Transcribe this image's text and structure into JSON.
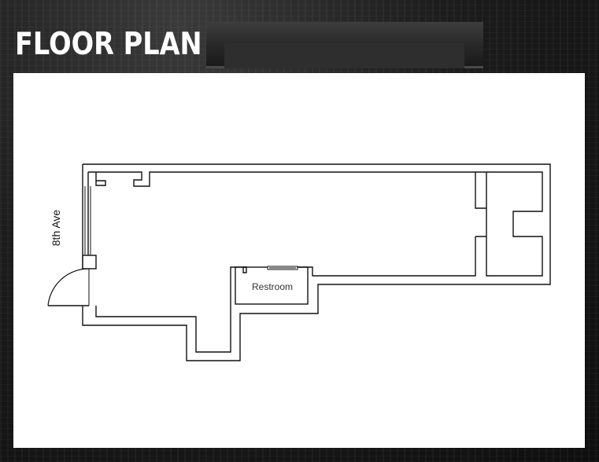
{
  "page": {
    "title": "FLOOR PLAN"
  },
  "floor_plan": {
    "street_label": "8th Ave",
    "room_label": "Restroom"
  },
  "colors": {
    "background": "#121212",
    "panel": "#ffffff",
    "wall_stroke": "#111111",
    "title_text": "#ffffff"
  }
}
